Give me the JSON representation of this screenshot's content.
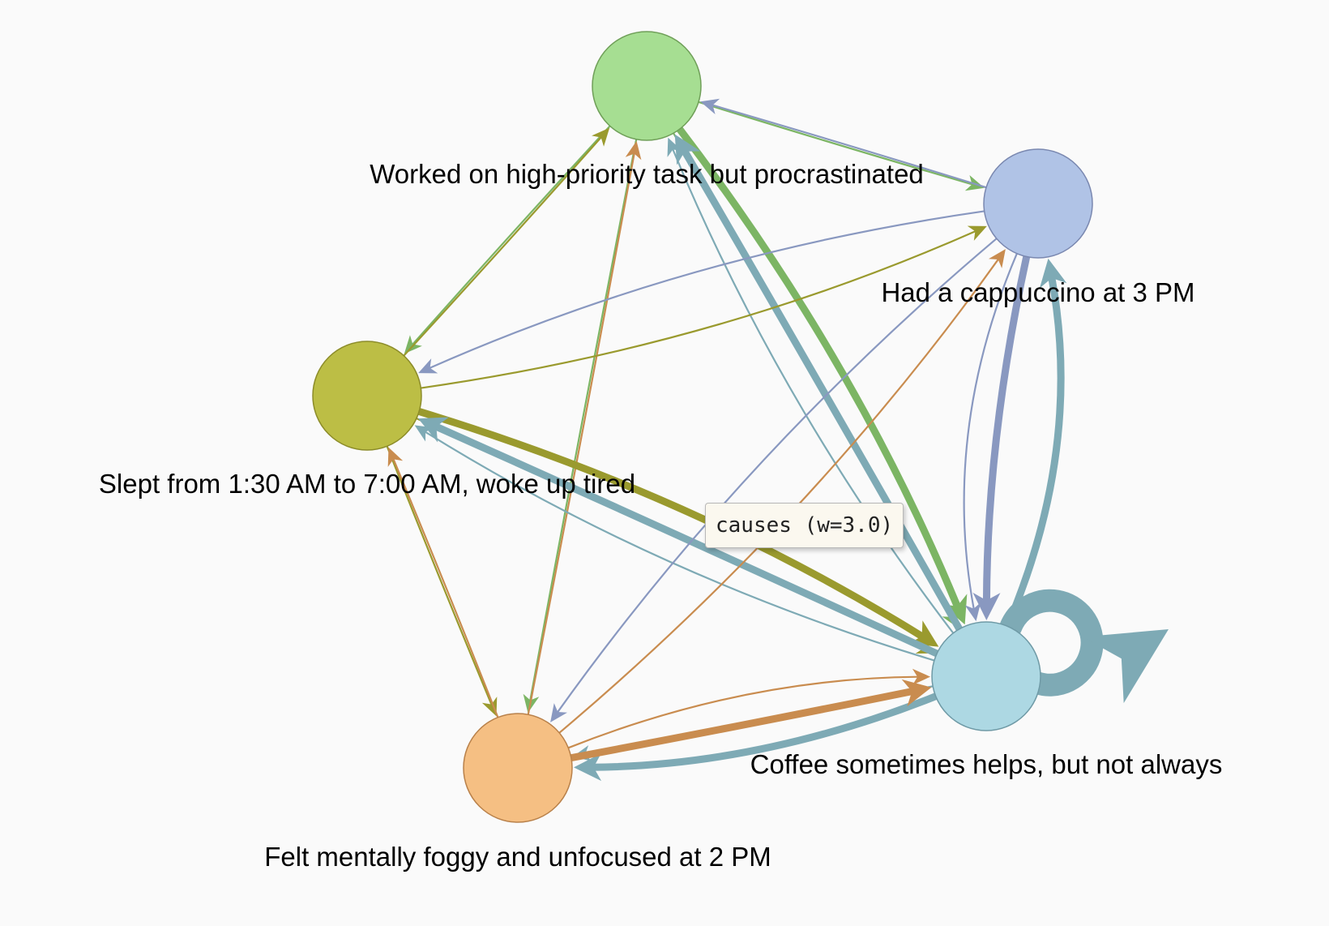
{
  "nodes": [
    {
      "id": "n1",
      "label": "Worked on high-priority task but procrastinated",
      "color": "#a6de92"
    },
    {
      "id": "n2",
      "label": "Had a cappuccino at 3 PM",
      "color": "#b0c3e6"
    },
    {
      "id": "n3",
      "label": "Slept from 1:30 AM to 7:00 AM, woke up tired",
      "color": "#bcbe45"
    },
    {
      "id": "n4",
      "label": "Coffee sometimes helps, but not always",
      "color": "#add8e3"
    },
    {
      "id": "n5",
      "label": "Felt mentally foggy and unfocused at 2 PM",
      "color": "#f5bf83"
    }
  ],
  "edges": [
    {
      "source": "n1",
      "target": "n2",
      "weight": 1
    },
    {
      "source": "n2",
      "target": "n1",
      "weight": 1
    },
    {
      "source": "n1",
      "target": "n3",
      "weight": 1
    },
    {
      "source": "n3",
      "target": "n1",
      "weight": 1
    },
    {
      "source": "n1",
      "target": "n5",
      "weight": 1
    },
    {
      "source": "n5",
      "target": "n1",
      "weight": 1
    },
    {
      "source": "n1",
      "target": "n4",
      "weight": 3
    },
    {
      "source": "n1",
      "target": "n4",
      "weight": 1
    },
    {
      "source": "n4",
      "target": "n1",
      "weight": 3
    },
    {
      "source": "n4",
      "target": "n1",
      "weight": 1
    },
    {
      "source": "n3",
      "target": "n2",
      "weight": 1
    },
    {
      "source": "n2",
      "target": "n3",
      "weight": 1
    },
    {
      "source": "n3",
      "target": "n4",
      "weight": 3
    },
    {
      "source": "n3",
      "target": "n4",
      "weight": 1
    },
    {
      "source": "n4",
      "target": "n3",
      "weight": 3
    },
    {
      "source": "n4",
      "target": "n3",
      "weight": 1
    },
    {
      "source": "n3",
      "target": "n5",
      "weight": 1
    },
    {
      "source": "n5",
      "target": "n3",
      "weight": 1
    },
    {
      "source": "n5",
      "target": "n2",
      "weight": 1
    },
    {
      "source": "n2",
      "target": "n5",
      "weight": 1
    },
    {
      "source": "n4",
      "target": "n2",
      "weight": 3
    },
    {
      "source": "n2",
      "target": "n4",
      "weight": 3
    },
    {
      "source": "n2",
      "target": "n4",
      "weight": 1
    },
    {
      "source": "n4",
      "target": "n5",
      "weight": 3
    },
    {
      "source": "n4",
      "target": "n5",
      "weight": 1
    },
    {
      "source": "n5",
      "target": "n4",
      "weight": 3
    },
    {
      "source": "n5",
      "target": "n4",
      "weight": 1
    },
    {
      "source": "n4",
      "target": "n4",
      "weight": 3
    }
  ],
  "tooltip": {
    "text": "causes (w=3.0)"
  }
}
